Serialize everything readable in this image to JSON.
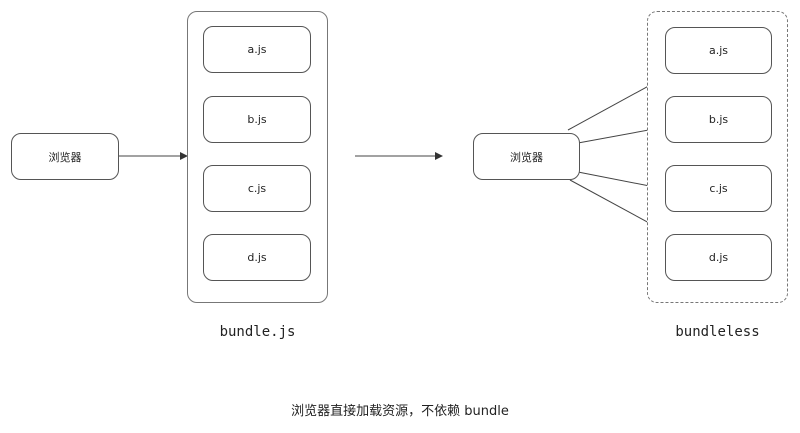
{
  "left": {
    "browser_label": "浏览器",
    "bundle_files": [
      "a.js",
      "b.js",
      "c.js",
      "d.js"
    ],
    "bundle_label": "bundle.js"
  },
  "right": {
    "browser_label": "浏览器",
    "files": [
      "a.js",
      "b.js",
      "c.js",
      "d.js"
    ],
    "group_label": "bundleless"
  },
  "caption": "浏览器直接加载资源，不依赖 bundle"
}
